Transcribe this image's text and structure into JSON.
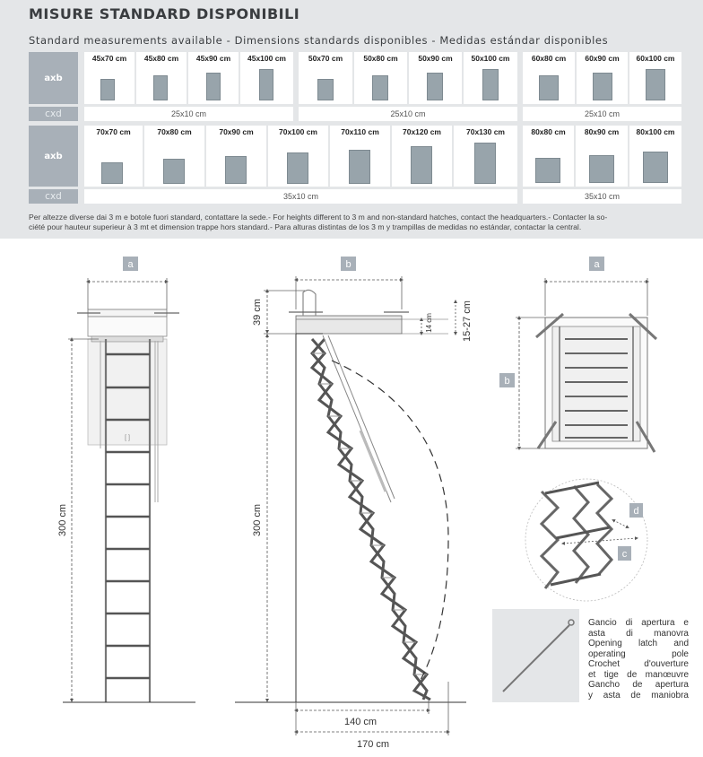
{
  "title": "MISURE STANDARD DISPONIBILI",
  "subtitle": "Standard measurements available - Dimensions standards disponibles - Medidas estándar disponibles",
  "row_labels": {
    "axb": "axb",
    "cxd": "cxd"
  },
  "table_top": {
    "groups": [
      {
        "sizes": [
          "45x70 cm",
          "45x80 cm",
          "45x90 cm",
          "45x100 cm"
        ],
        "cxd": "25x10 cm"
      },
      {
        "sizes": [
          "50x70 cm",
          "50x80 cm",
          "50x90 cm",
          "50x100 cm"
        ],
        "cxd": "25x10 cm"
      },
      {
        "sizes": [
          "60x80 cm",
          "60x90 cm",
          "60x100 cm"
        ],
        "cxd": "25x10 cm"
      }
    ]
  },
  "table_bottom": {
    "groups": [
      {
        "sizes": [
          "70x70 cm",
          "70x80 cm",
          "70x90 cm",
          "70x100 cm",
          "70x110 cm",
          "70x120 cm",
          "70x130 cm"
        ],
        "cxd": "35x10 cm"
      },
      {
        "sizes": [
          "80x80 cm",
          "80x90 cm",
          "80x100 cm"
        ],
        "cxd": "35x10 cm"
      }
    ]
  },
  "note_line1": "Per altezze diverse dai 3 m e botole fuori standard, contattare la sede.- For heights different to 3 m and non-standard hatches, contact the headquarters.- Contacter la so-",
  "note_line2": "ciété pour hauteur superieur à 3 mt et dimension trappe hors standard.-  Para alturas distintas de los 3 m y trampillas de medidas no estándar, contactar la central.",
  "diagram": {
    "label_a": "a",
    "label_b": "b",
    "label_c": "c",
    "label_d": "d",
    "dim_300": "300 cm",
    "dim_39": "39 cm",
    "dim_14": "14 cm",
    "dim_15_27": "15-27 cm",
    "dim_140": "140 cm",
    "dim_170": "170 cm"
  },
  "legend": [
    "Gancio di apertura e",
    "asta di manovra",
    "Opening latch and",
    "operating pole",
    "Crochet d'ouverture",
    "et tige de manœuvre",
    "Gancho de apertura",
    "y asta de maniobra"
  ],
  "colors": {
    "panel": "#e4e6e8",
    "label_box": "#a8b0b8",
    "size_box": "#98a4ab",
    "line": "#555555"
  }
}
